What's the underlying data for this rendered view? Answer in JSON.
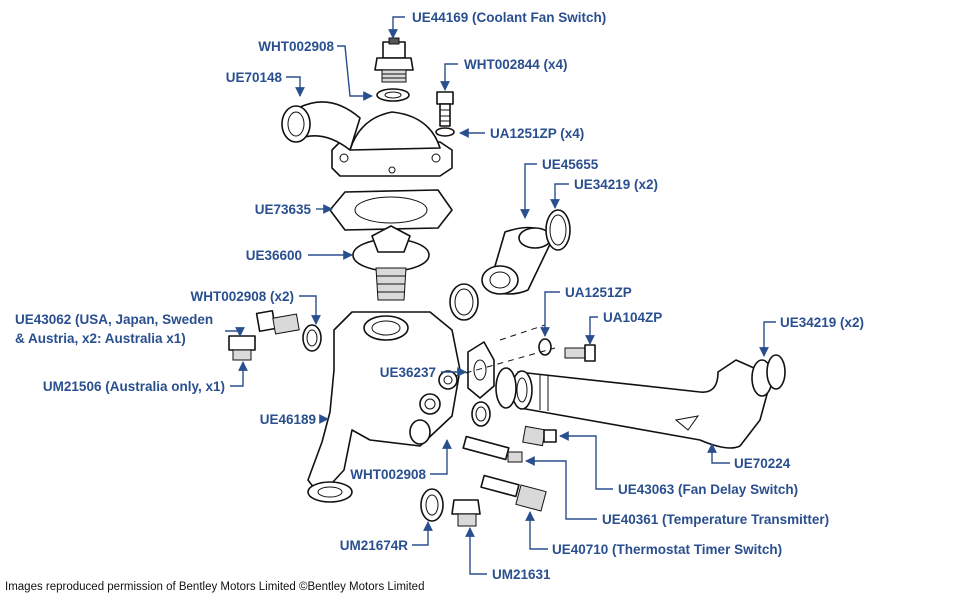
{
  "labels": {
    "ue44169": "UE44169 (Coolant Fan Switch)",
    "wht002908_top": "WHT002908",
    "wht002844": "WHT002844 (x4)",
    "ue70148": "UE70148",
    "ua1251zp_x4": "UA1251ZP (x4)",
    "ue45655": "UE45655",
    "ue34219_a": "UE34219 (x2)",
    "ue73635": "UE73635",
    "ue36600": "UE36600",
    "ua1251zp": "UA1251ZP",
    "wht002908_x2": "WHT002908 (x2)",
    "ua104zp": "UA104ZP",
    "ue34219_b": "UE34219 (x2)",
    "ue43062_line1": "UE43062 (USA, Japan, Sweden",
    "ue43062_line2": "& Austria, x2: Australia x1)",
    "ue36237": "UE36237",
    "um21506": "UM21506 (Australia only, x1)",
    "ue46189": "UE46189",
    "ue70224": "UE70224",
    "wht002908_low": "WHT002908",
    "ue43063": "UE43063 (Fan Delay Switch)",
    "ue40361": "UE40361 (Temperature Transmitter)",
    "ue40710": "UE40710 (Thermostat Timer Switch)",
    "um21674r": "UM21674R",
    "um21631": "UM21631"
  },
  "caption": "Images reproduced permission of Bentley Motors Limited ©Bentley Motors Limited",
  "colors": {
    "label": "#2a4f8f",
    "line": "#111111"
  }
}
